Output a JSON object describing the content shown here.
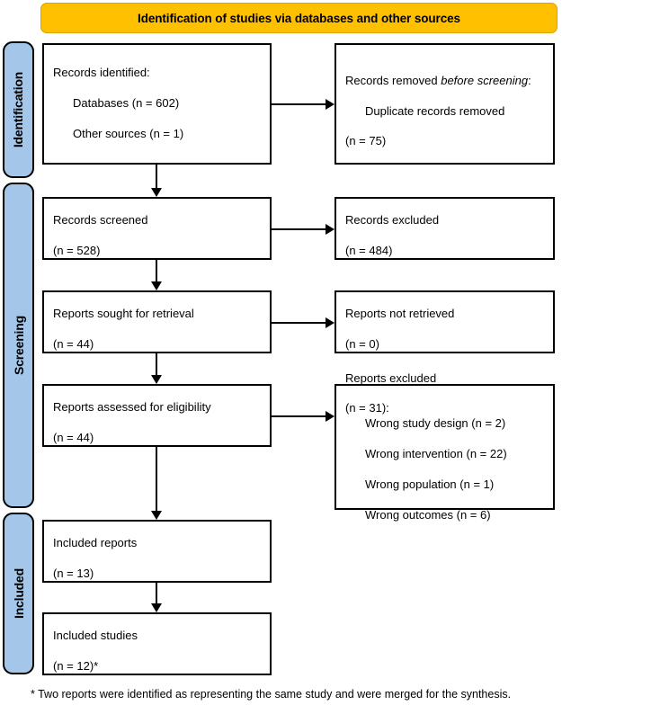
{
  "banner": {
    "title": "Identification of studies via databases and other sources",
    "background_color": "#FFC000"
  },
  "stages": {
    "accent_color": "#A4C7E9",
    "identification": "Identification",
    "screening": "Screening",
    "included": "Included"
  },
  "boxes": {
    "records_identified": {
      "title": "Records identified:",
      "line_databases": "Databases (n = 602)",
      "line_other_sources": "Other sources (n = 1)"
    },
    "records_removed": {
      "title_lead": "Records removed ",
      "title_italic": "before screening",
      "title_tail": ":",
      "line_duplicates": "Duplicate records removed",
      "line_count": "(n = 75)"
    },
    "records_screened": {
      "label": "Records screened",
      "count": "(n = 528)"
    },
    "records_excluded": {
      "label": "Records excluded",
      "count": "(n = 484)"
    },
    "reports_sought": {
      "label": "Reports sought for retrieval",
      "count": "(n = 44)"
    },
    "reports_not_retrieved": {
      "label": "Reports not retrieved",
      "count": "(n = 0)"
    },
    "reports_assessed": {
      "label": "Reports assessed for eligibility",
      "count": "(n = 44)"
    },
    "reports_excluded": {
      "label": "Reports excluded",
      "count": "(n = 31):",
      "reasons": [
        "Wrong study design (n = 2)",
        "Wrong intervention (n = 22)",
        "Wrong population (n = 1)",
        "Wrong outcomes (n = 6)"
      ]
    },
    "included_reports": {
      "label": "Included reports",
      "count": "(n = 13)"
    },
    "included_studies": {
      "label": "Included studies",
      "count": "(n = 12)*"
    }
  },
  "footnote": "* Two reports were identified as representing the same study and were merged for the synthesis.",
  "chart_data": {
    "type": "diagram",
    "diagram_kind": "prisma-flow",
    "title": "Identification of studies via databases and other sources",
    "nodes": [
      {
        "id": "records_identified",
        "stage": "Identification",
        "column": "left",
        "label": "Records identified:",
        "values": {
          "Databases": 602,
          "Other sources": 1
        }
      },
      {
        "id": "records_removed",
        "stage": "Identification",
        "column": "right",
        "label": "Records removed before screening: Duplicate records removed",
        "values": {
          "n": 75
        }
      },
      {
        "id": "records_screened",
        "stage": "Screening",
        "column": "left",
        "label": "Records screened",
        "values": {
          "n": 528
        }
      },
      {
        "id": "records_excluded",
        "stage": "Screening",
        "column": "right",
        "label": "Records excluded",
        "values": {
          "n": 484
        }
      },
      {
        "id": "reports_sought",
        "stage": "Screening",
        "column": "left",
        "label": "Reports sought for retrieval",
        "values": {
          "n": 44
        }
      },
      {
        "id": "reports_not_retrieved",
        "stage": "Screening",
        "column": "right",
        "label": "Reports not retrieved",
        "values": {
          "n": 0
        }
      },
      {
        "id": "reports_assessed",
        "stage": "Screening",
        "column": "left",
        "label": "Reports assessed for eligibility",
        "values": {
          "n": 44
        }
      },
      {
        "id": "reports_excluded",
        "stage": "Screening",
        "column": "right",
        "label": "Reports excluded",
        "values": {
          "n": 31,
          "Wrong study design": 2,
          "Wrong intervention": 22,
          "Wrong population": 1,
          "Wrong outcomes": 6
        }
      },
      {
        "id": "included_reports",
        "stage": "Included",
        "column": "left",
        "label": "Included reports",
        "values": {
          "n": 13
        }
      },
      {
        "id": "included_studies",
        "stage": "Included",
        "column": "left",
        "label": "Included studies",
        "values": {
          "n": 12
        }
      }
    ],
    "edges": [
      {
        "from": "records_identified",
        "to": "records_removed",
        "direction": "right"
      },
      {
        "from": "records_identified",
        "to": "records_screened",
        "direction": "down"
      },
      {
        "from": "records_screened",
        "to": "records_excluded",
        "direction": "right"
      },
      {
        "from": "records_screened",
        "to": "reports_sought",
        "direction": "down"
      },
      {
        "from": "reports_sought",
        "to": "reports_not_retrieved",
        "direction": "right"
      },
      {
        "from": "reports_sought",
        "to": "reports_assessed",
        "direction": "down"
      },
      {
        "from": "reports_assessed",
        "to": "reports_excluded",
        "direction": "right"
      },
      {
        "from": "reports_assessed",
        "to": "included_reports",
        "direction": "down"
      },
      {
        "from": "included_reports",
        "to": "included_studies",
        "direction": "down"
      }
    ]
  }
}
